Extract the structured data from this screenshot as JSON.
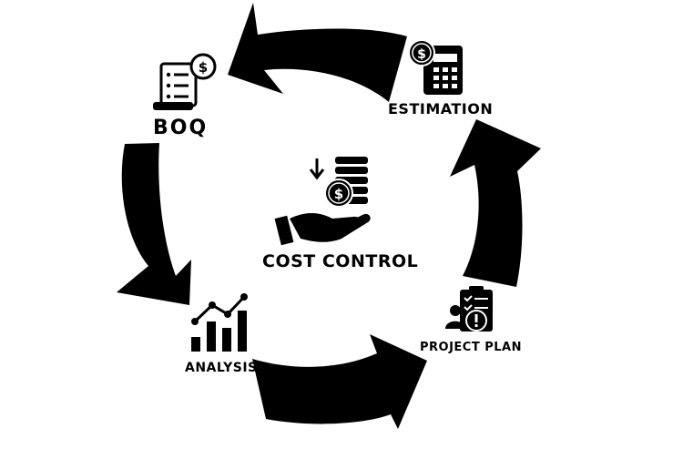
{
  "center": {
    "label": "COST CONTROL",
    "icon": "hand-coins-dollar-icon"
  },
  "stages": {
    "boq": {
      "label": "BOQ",
      "icon": "receipt-dollar-icon"
    },
    "estimation": {
      "label": "ESTIMATION",
      "icon": "calculator-dollar-icon"
    },
    "project_plan": {
      "label": "PROJECT PLAN",
      "icon": "clipboard-checklist-person-icon"
    },
    "analysis": {
      "label": "ANALYSIS",
      "icon": "bar-chart-trend-icon"
    }
  },
  "colors": {
    "ink": "#000000",
    "background": "#ffffff"
  }
}
